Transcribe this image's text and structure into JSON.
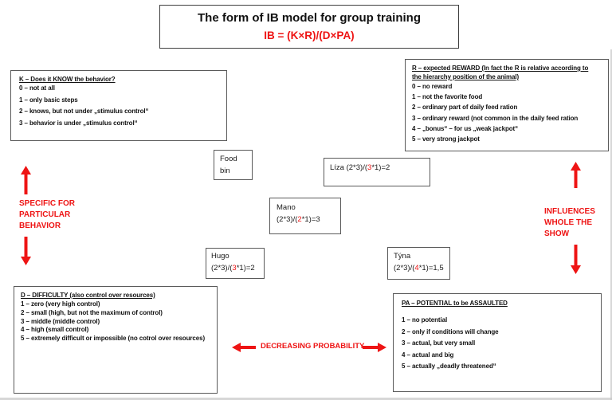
{
  "colors": {
    "red": "#ee1414",
    "border": "#5a5a5a"
  },
  "title": {
    "heading": "The form of IB model for group training",
    "formula": "IB = (K×R)/(D×PA)"
  },
  "k_box": {
    "header": "K – Does it KNOW the behavior?",
    "items": [
      "0 – not at all",
      "1 – only basic steps",
      "2 – knows, but not under „stimulus control“",
      "3 – behavior is under „stimulus control“"
    ]
  },
  "r_box": {
    "header_line1": "R – expected REWARD  (In fact the R is relative according to",
    "header_line2": "the hierarchy position of the animal)",
    "items": [
      "0 – no reward",
      "1 – not the favorite food",
      "2 – ordinary part of daily feed ration",
      "3 – ordinary reward (not common in the daily feed ration",
      "4 – „bonus“ – for us „weak jackpot“",
      "5 – very strong jackpot"
    ]
  },
  "d_box": {
    "header": "D – DIFFICULTY (also control over resources)",
    "items": [
      "1 – zero (very high control)",
      "2 – small (high, but not the maximum of control)",
      "3 – middle (middle control)",
      "4 – high (small control)",
      "5 – extremely difficult or impossible (no cotrol over resources)"
    ]
  },
  "pa_box": {
    "header": "PA – POTENTIAL to be ASSAULTED",
    "items": [
      "1 – no potential",
      "2 – only if conditions will change",
      "3 – actual, but very small",
      "4 – actual and big",
      "5 – actually „deadly threatened“"
    ]
  },
  "food_bin": {
    "line1": "Food",
    "line2": "bin"
  },
  "animals": {
    "liza": {
      "name": "Líza",
      "pre": " (2*3)/(",
      "red": "3",
      "post": "*1)=2"
    },
    "mano": {
      "name": "Mano",
      "pre": "(2*3)/(",
      "red": "2",
      "post": "*1)=3"
    },
    "hugo": {
      "name": "Hugo",
      "pre": "(2*3)/(",
      "red": "3",
      "post": "*1)=2"
    },
    "tyna": {
      "name": "Týna",
      "pre": "(2*3)/(",
      "red": "4",
      "post": "*1)=1,5"
    }
  },
  "side_labels": {
    "left": {
      "line1": "SPECIFIC FOR",
      "line2": "PARTICULAR",
      "line3": "BEHAVIOR"
    },
    "right": {
      "line1": "INFLUENCES",
      "line2": "WHOLE THE",
      "line3": "SHOW"
    },
    "bottom": "DECREASING PROBABILITY"
  }
}
